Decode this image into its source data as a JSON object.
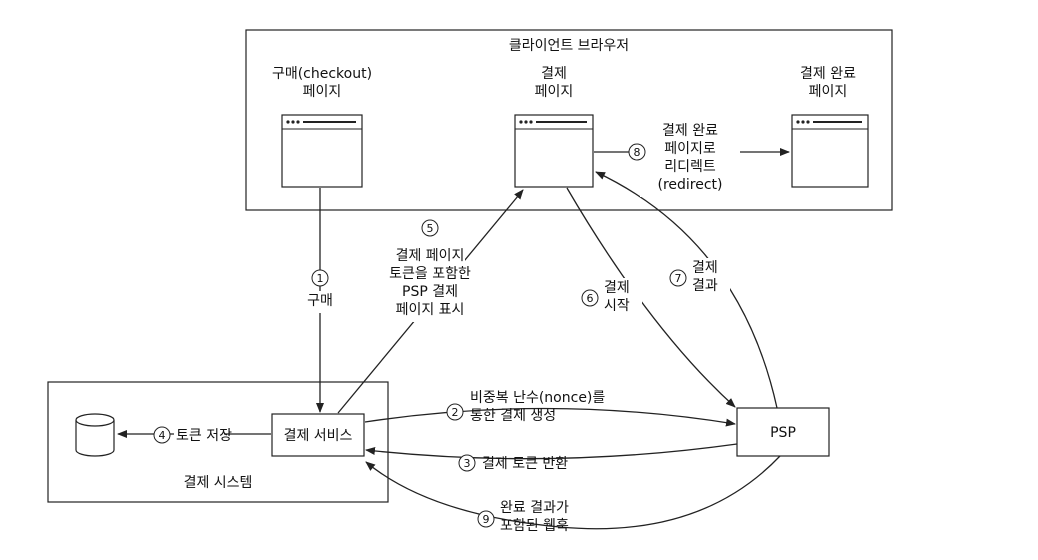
{
  "browser": {
    "title": "클라이언트 브라우저"
  },
  "checkout_page": {
    "line1": "구매(checkout)",
    "line2": "페이지"
  },
  "payment_page": {
    "line1": "결제",
    "line2": "페이지"
  },
  "complete_page": {
    "line1": "결제 완료",
    "line2": "페이지"
  },
  "system": {
    "title": "결제 시스템",
    "service": "결제 서비스"
  },
  "psp": {
    "label": "PSP"
  },
  "steps": {
    "s1": {
      "num": "1",
      "lines": [
        "구매"
      ]
    },
    "s2": {
      "num": "2",
      "lines": [
        "비중복 난수(nonce)를",
        "통한 결제 생성"
      ]
    },
    "s3": {
      "num": "3",
      "lines": [
        "결제 토큰 반환"
      ]
    },
    "s4": {
      "num": "4",
      "lines": [
        "토큰 저장"
      ]
    },
    "s5": {
      "num": "5",
      "lines": [
        "결제 페이지",
        "토큰을 포함한",
        "PSP 결제",
        "페이지 표시"
      ]
    },
    "s6": {
      "num": "6",
      "lines": [
        "결제",
        "시작"
      ]
    },
    "s7": {
      "num": "7",
      "lines": [
        "결제",
        "결과"
      ]
    },
    "s8": {
      "num": "8",
      "lines": [
        "결제 완료",
        "페이지로",
        "리디렉트",
        "(redirect)"
      ]
    },
    "s9": {
      "num": "9",
      "lines": [
        "완료 결과가",
        "포함된 웹훅"
      ]
    }
  }
}
